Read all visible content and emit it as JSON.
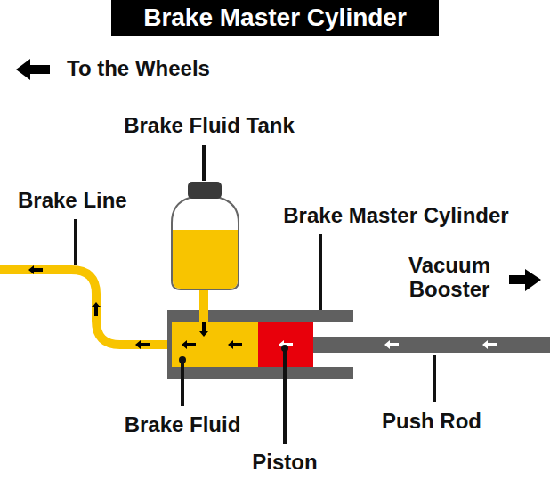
{
  "diagram": {
    "title": "Brake Master Cylinder",
    "labels": [
      "To the Wheels",
      "Brake Fluid Tank",
      "Brake Line",
      "Brake Master Cylinder",
      "Vacuum Booster",
      "Brake Fluid",
      "Piston",
      "Push Rod"
    ]
  }
}
